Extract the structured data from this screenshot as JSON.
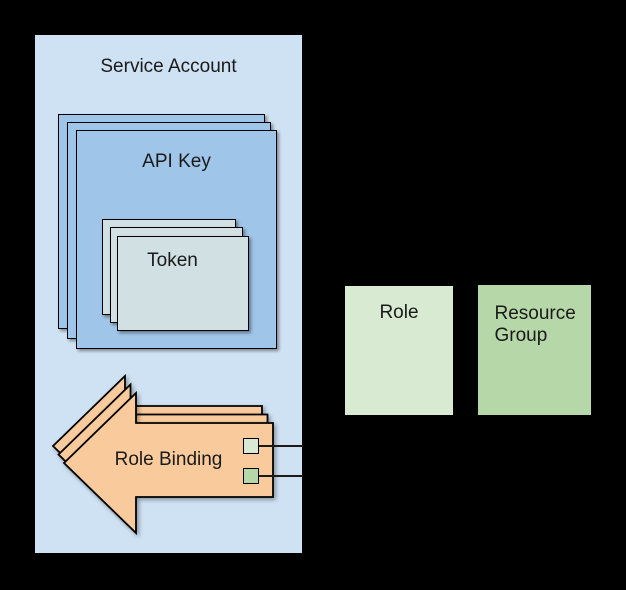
{
  "canvas": {
    "background": "#000000",
    "text_color": "#1a1a1a"
  },
  "nodes": {
    "service_account": {
      "label": "Service Account",
      "fill": "#cfe2f3"
    },
    "api_key": {
      "label": "API Key",
      "fill": "#9fc5e8",
      "stack_count": 3
    },
    "token": {
      "label": "Token",
      "fill": "#d0e0e3",
      "stack_count": 3
    },
    "role_binding": {
      "label": "Role Binding",
      "fill": "#f9cb9c",
      "stack_count": 3,
      "role_port_fill": "#d9ead3",
      "resource_group_port_fill": "#b6d7a8",
      "connector_color": "#1a1a1a"
    },
    "role": {
      "label": "Role",
      "fill": "#d9ead3"
    },
    "resource_group": {
      "label": "Resource Group",
      "fill": "#b6d7a8"
    }
  }
}
